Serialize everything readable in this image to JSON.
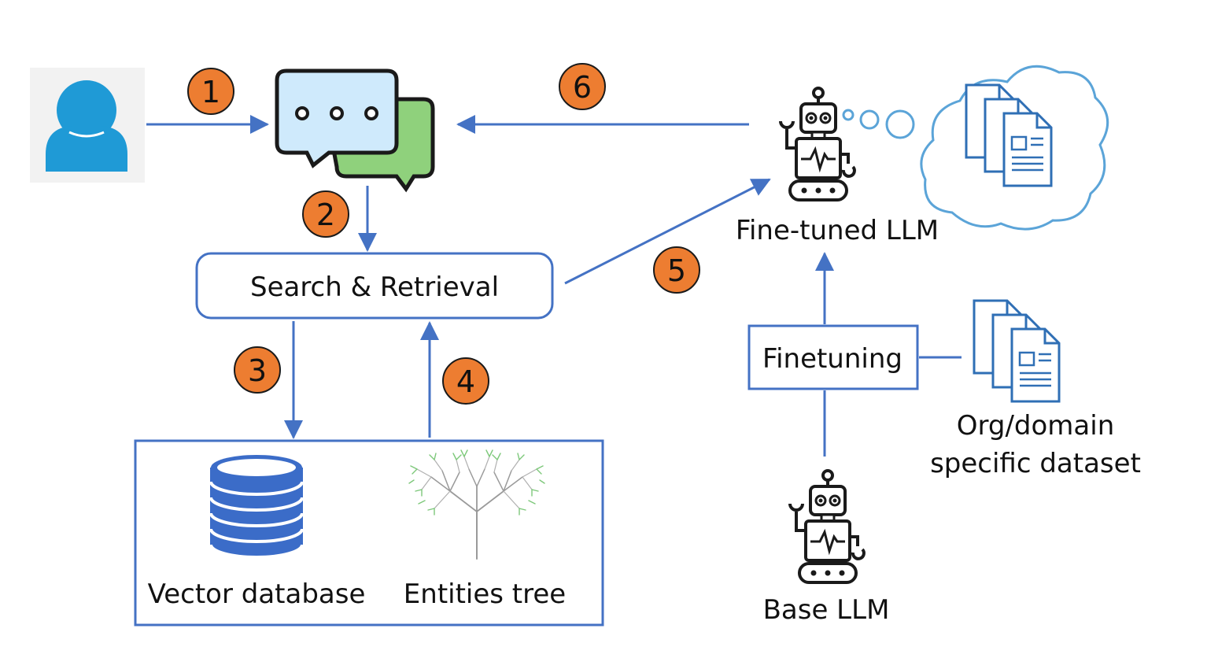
{
  "labels": {
    "search_retrieval": "Search & Retrieval",
    "vector_database": "Vector database",
    "entities_tree": "Entities tree",
    "fine_tuned_llm": "Fine-tuned LLM",
    "finetuning": "Finetuning",
    "dataset_line1": "Org/domain",
    "dataset_line2": "specific dataset",
    "base_llm": "Base LLM"
  },
  "steps": [
    "1",
    "2",
    "3",
    "4",
    "5",
    "6"
  ],
  "colors": {
    "arrow": "#4472c4",
    "badge_fill": "#ed7d31",
    "user": "#1f9ad6",
    "chat_front": "#cfeafc",
    "chat_back": "#8fd17c",
    "cloud_stroke": "#5ba4d8",
    "doc_stroke": "#2f6fb5",
    "doc_fill": "#ffffff",
    "tree_trunk": "#9a9a9a",
    "tree_leaves": "#7dc87a"
  },
  "icons": [
    "user-icon",
    "chat-bubbles-icon",
    "robot-icon",
    "cloud-icon",
    "documents-icon",
    "database-icon",
    "tree-icon"
  ]
}
